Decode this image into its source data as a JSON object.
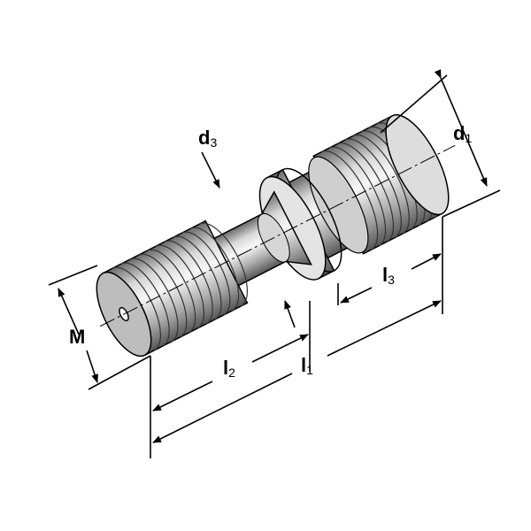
{
  "title": "Pull stud dimension drawing",
  "labels": {
    "d3": {
      "main": "d",
      "sub": "3"
    },
    "d1": {
      "main": "d",
      "sub": "1"
    },
    "M": {
      "main": "M"
    },
    "l1": {
      "main": "l",
      "sub": "1"
    },
    "l2": {
      "main": "l",
      "sub": "2"
    },
    "l3": {
      "main": "l",
      "sub": "3"
    }
  },
  "colors": {
    "metal_light": "#f2f2f2",
    "metal_mid": "#b8b8b8",
    "metal_dark": "#555555",
    "line": "#000000"
  }
}
